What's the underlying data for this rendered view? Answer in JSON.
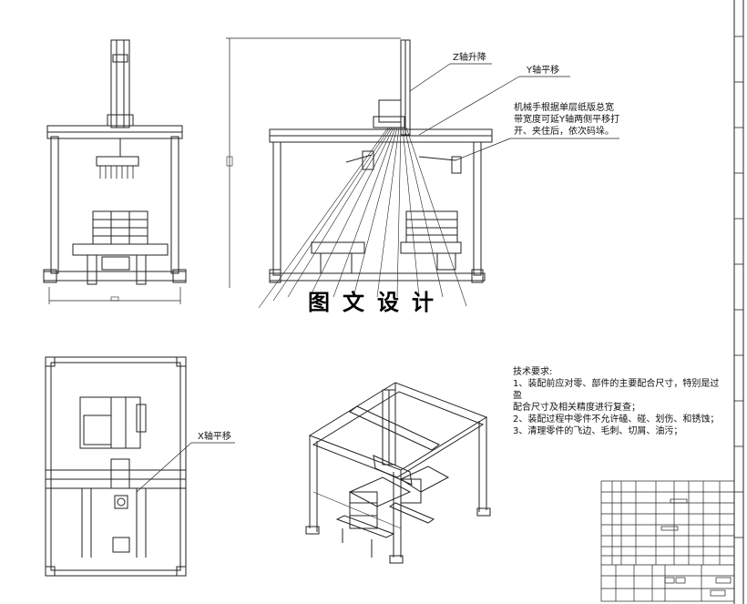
{
  "annotations": {
    "z_axis": "Z轴升降",
    "y_axis": "Y轴平移",
    "y_note_lines": [
      "机械手根据单层纸版总宽",
      "带宽度可延Y轴两侧平移打",
      "开、夹住后，依次码垛。"
    ],
    "x_axis": "X轴平移"
  },
  "watermark": "图文设计",
  "tech_requirements": {
    "title": "技术要求:",
    "lines": [
      "1、装配前应对零、部件的主要配合尺寸，特别是过盈",
      "配合尺寸及相关精度进行复查；",
      "2、装配过程中零件不允许磕、碰、划伤、和锈蚀；",
      "3、清理零件的飞边、毛刺、切屑、油污；"
    ]
  }
}
